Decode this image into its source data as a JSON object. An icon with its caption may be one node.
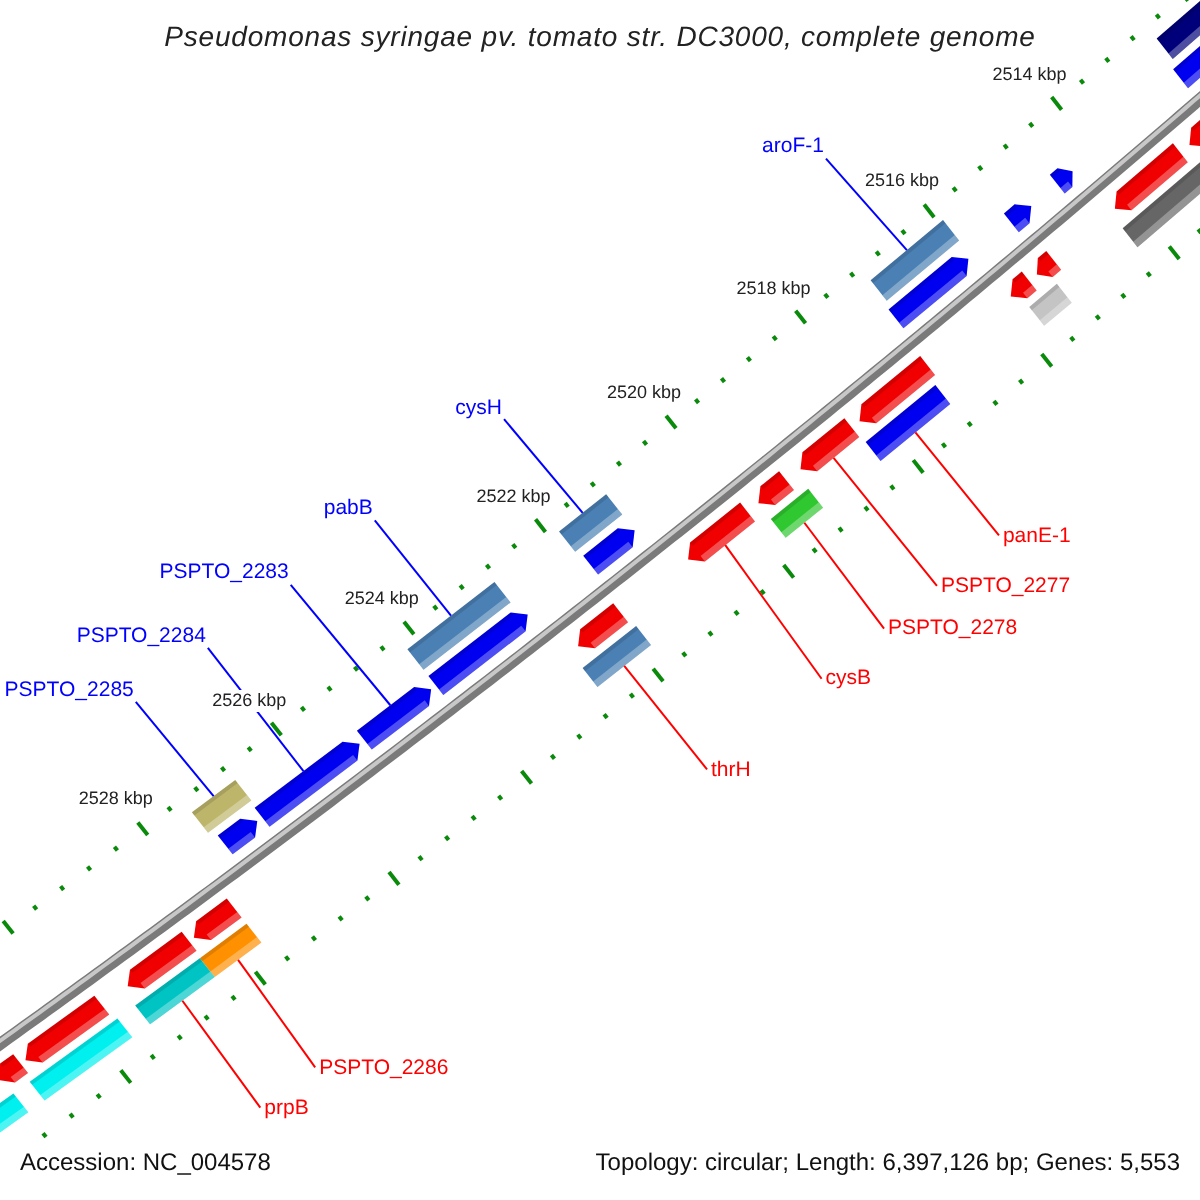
{
  "diagram": {
    "title": "Pseudomonas syringae pv. tomato str. DC3000, complete genome",
    "nodes": [
      {
        "text": [
          "aroF-1"
        ]
      },
      {
        "text": [
          "cysH"
        ]
      },
      {
        "text": [
          "pabB"
        ]
      },
      {
        "text": [
          "panE-1"
        ]
      },
      {
        "text": [
          "PSPTO_2283"
        ]
      },
      {
        "text": [
          "PSPTO_2277"
        ]
      },
      {
        "text": [
          "PSPTO_2284"
        ]
      },
      {
        "text": [
          "PSPTO_2278"
        ]
      },
      {
        "text": [
          "PSPTO_2285"
        ]
      },
      {
        "text": [
          "cysB"
        ]
      },
      {
        "text": [
          "thrH"
        ]
      },
      {
        "text": [
          "PSPTO_2286"
        ]
      },
      {
        "text": [
          "prpB"
        ]
      },
      {
        "text": [],
        "shape": "bar"
      },
      {
        "text": [],
        "shape": "pentagon"
      },
      {
        "text": [],
        "shape": "pentagon"
      },
      {
        "text": [],
        "shape": "pentagon"
      },
      {
        "text": [],
        "shape": "pentagon"
      },
      {
        "text": [],
        "shape": "bar"
      },
      {
        "text": [],
        "shape": "pentagon"
      },
      {
        "text": [],
        "shape": "bar"
      },
      {
        "text": [],
        "shape": "pentagon"
      },
      {
        "text": [],
        "shape": "pentagon"
      },
      {
        "text": [],
        "shape": "pentagon"
      },
      {
        "text": [],
        "shape": "bar"
      },
      {
        "text": [],
        "shape": "pentagon"
      },
      {
        "text": [],
        "shape": "bar"
      },
      {
        "text": [],
        "shape": "pentagon"
      },
      {
        "text": [],
        "shape": "pentagon"
      },
      {
        "text": [],
        "shape": "bar"
      },
      {
        "text": [],
        "shape": "bar"
      },
      {
        "text": [],
        "shape": "pentagon"
      },
      {
        "text": [],
        "shape": "pentagon"
      },
      {
        "text": [],
        "shape": "bar"
      },
      {
        "text": [],
        "shape": "pentagon"
      },
      {
        "text": [],
        "shape": "pentagon"
      },
      {
        "text": [],
        "shape": "bar"
      },
      {
        "text": [],
        "shape": "pentagon"
      },
      {
        "text": [],
        "shape": "pentagon"
      },
      {
        "text": [],
        "shape": "bar"
      },
      {
        "text": [],
        "shape": "pentagon"
      },
      {
        "text": [],
        "shape": "pentagon"
      },
      {
        "text": [],
        "shape": "bar"
      },
      {
        "text": [],
        "shape": "pentagon"
      },
      {
        "text": [],
        "shape": "bar"
      },
      {
        "text": [],
        "shape": "pentagon"
      },
      {
        "text": [],
        "shape": "bar"
      },
      {
        "text": [],
        "shape": "pentagon"
      },
      {
        "text": [],
        "shape": "bar"
      }
    ],
    "edges": [
      {
        "from": 0,
        "to": 20,
        "arrow": "none",
        "color": "#0000ff"
      },
      {
        "from": 1,
        "to": 30,
        "arrow": "none",
        "color": "#0000ff"
      },
      {
        "from": 2,
        "to": 33,
        "arrow": "none",
        "color": "#0000ff"
      },
      {
        "from": 3,
        "to": 26,
        "arrow": "none"
      },
      {
        "from": 4,
        "to": 37,
        "arrow": "none",
        "color": "#0000ff"
      },
      {
        "from": 5,
        "to": 27,
        "arrow": "none"
      },
      {
        "from": 6,
        "to": 38,
        "arrow": "none",
        "color": "#0000ff"
      },
      {
        "from": 7,
        "to": 29,
        "arrow": "none"
      },
      {
        "from": 8,
        "to": 39,
        "arrow": "none",
        "color": "#0000ff"
      },
      {
        "from": 9,
        "to": 31,
        "arrow": "none"
      },
      {
        "from": 10,
        "to": 36,
        "arrow": "none"
      },
      {
        "from": 11,
        "to": 42,
        "arrow": "none"
      },
      {
        "from": 12,
        "to": 44,
        "arrow": "none"
      }
    ],
    "labels": [
      "2514 kbp",
      "2516 kbp",
      "2518 kbp",
      "2520 kbp",
      "2522 kbp",
      "2524 kbp",
      "2526 kbp",
      "2528 kbp",
      "Accession: NC_004578",
      "Topology: circular; Length: 6,397,126 bp; Genes: 5,553"
    ]
  }
}
